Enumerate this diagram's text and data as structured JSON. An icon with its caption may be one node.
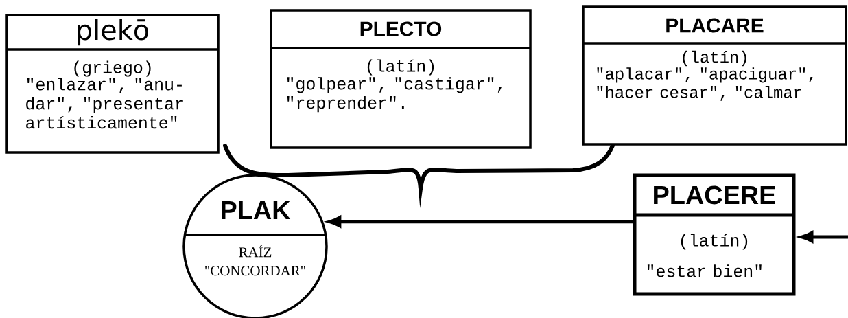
{
  "diagram": {
    "nodes": [
      {
        "text": [
          "plekō",
          "(griego)",
          "\"enlazar\", \"anu- dar\", \"presentar artísticamente\""
        ]
      },
      {
        "text": [
          "PLECTO",
          "(latín)",
          "\"golpear\", \"castigar\", \"reprender\"."
        ]
      },
      {
        "text": [
          "PLACARE",
          "(latín)",
          "\"aplacar\", \"apaciguar\", \"hacer cesar\", \"calmar"
        ]
      },
      {
        "text": [
          "PLAK",
          "RAÍZ \"CONCORDAR\""
        ]
      },
      {
        "text": [
          "PLACERE",
          "(latín)",
          "\"estar bien\""
        ]
      }
    ],
    "edges": [
      {
        "from": 4,
        "to": 3,
        "arrow": "to"
      },
      {
        "from": null,
        "to": 4,
        "arrow": "to"
      }
    ]
  }
}
